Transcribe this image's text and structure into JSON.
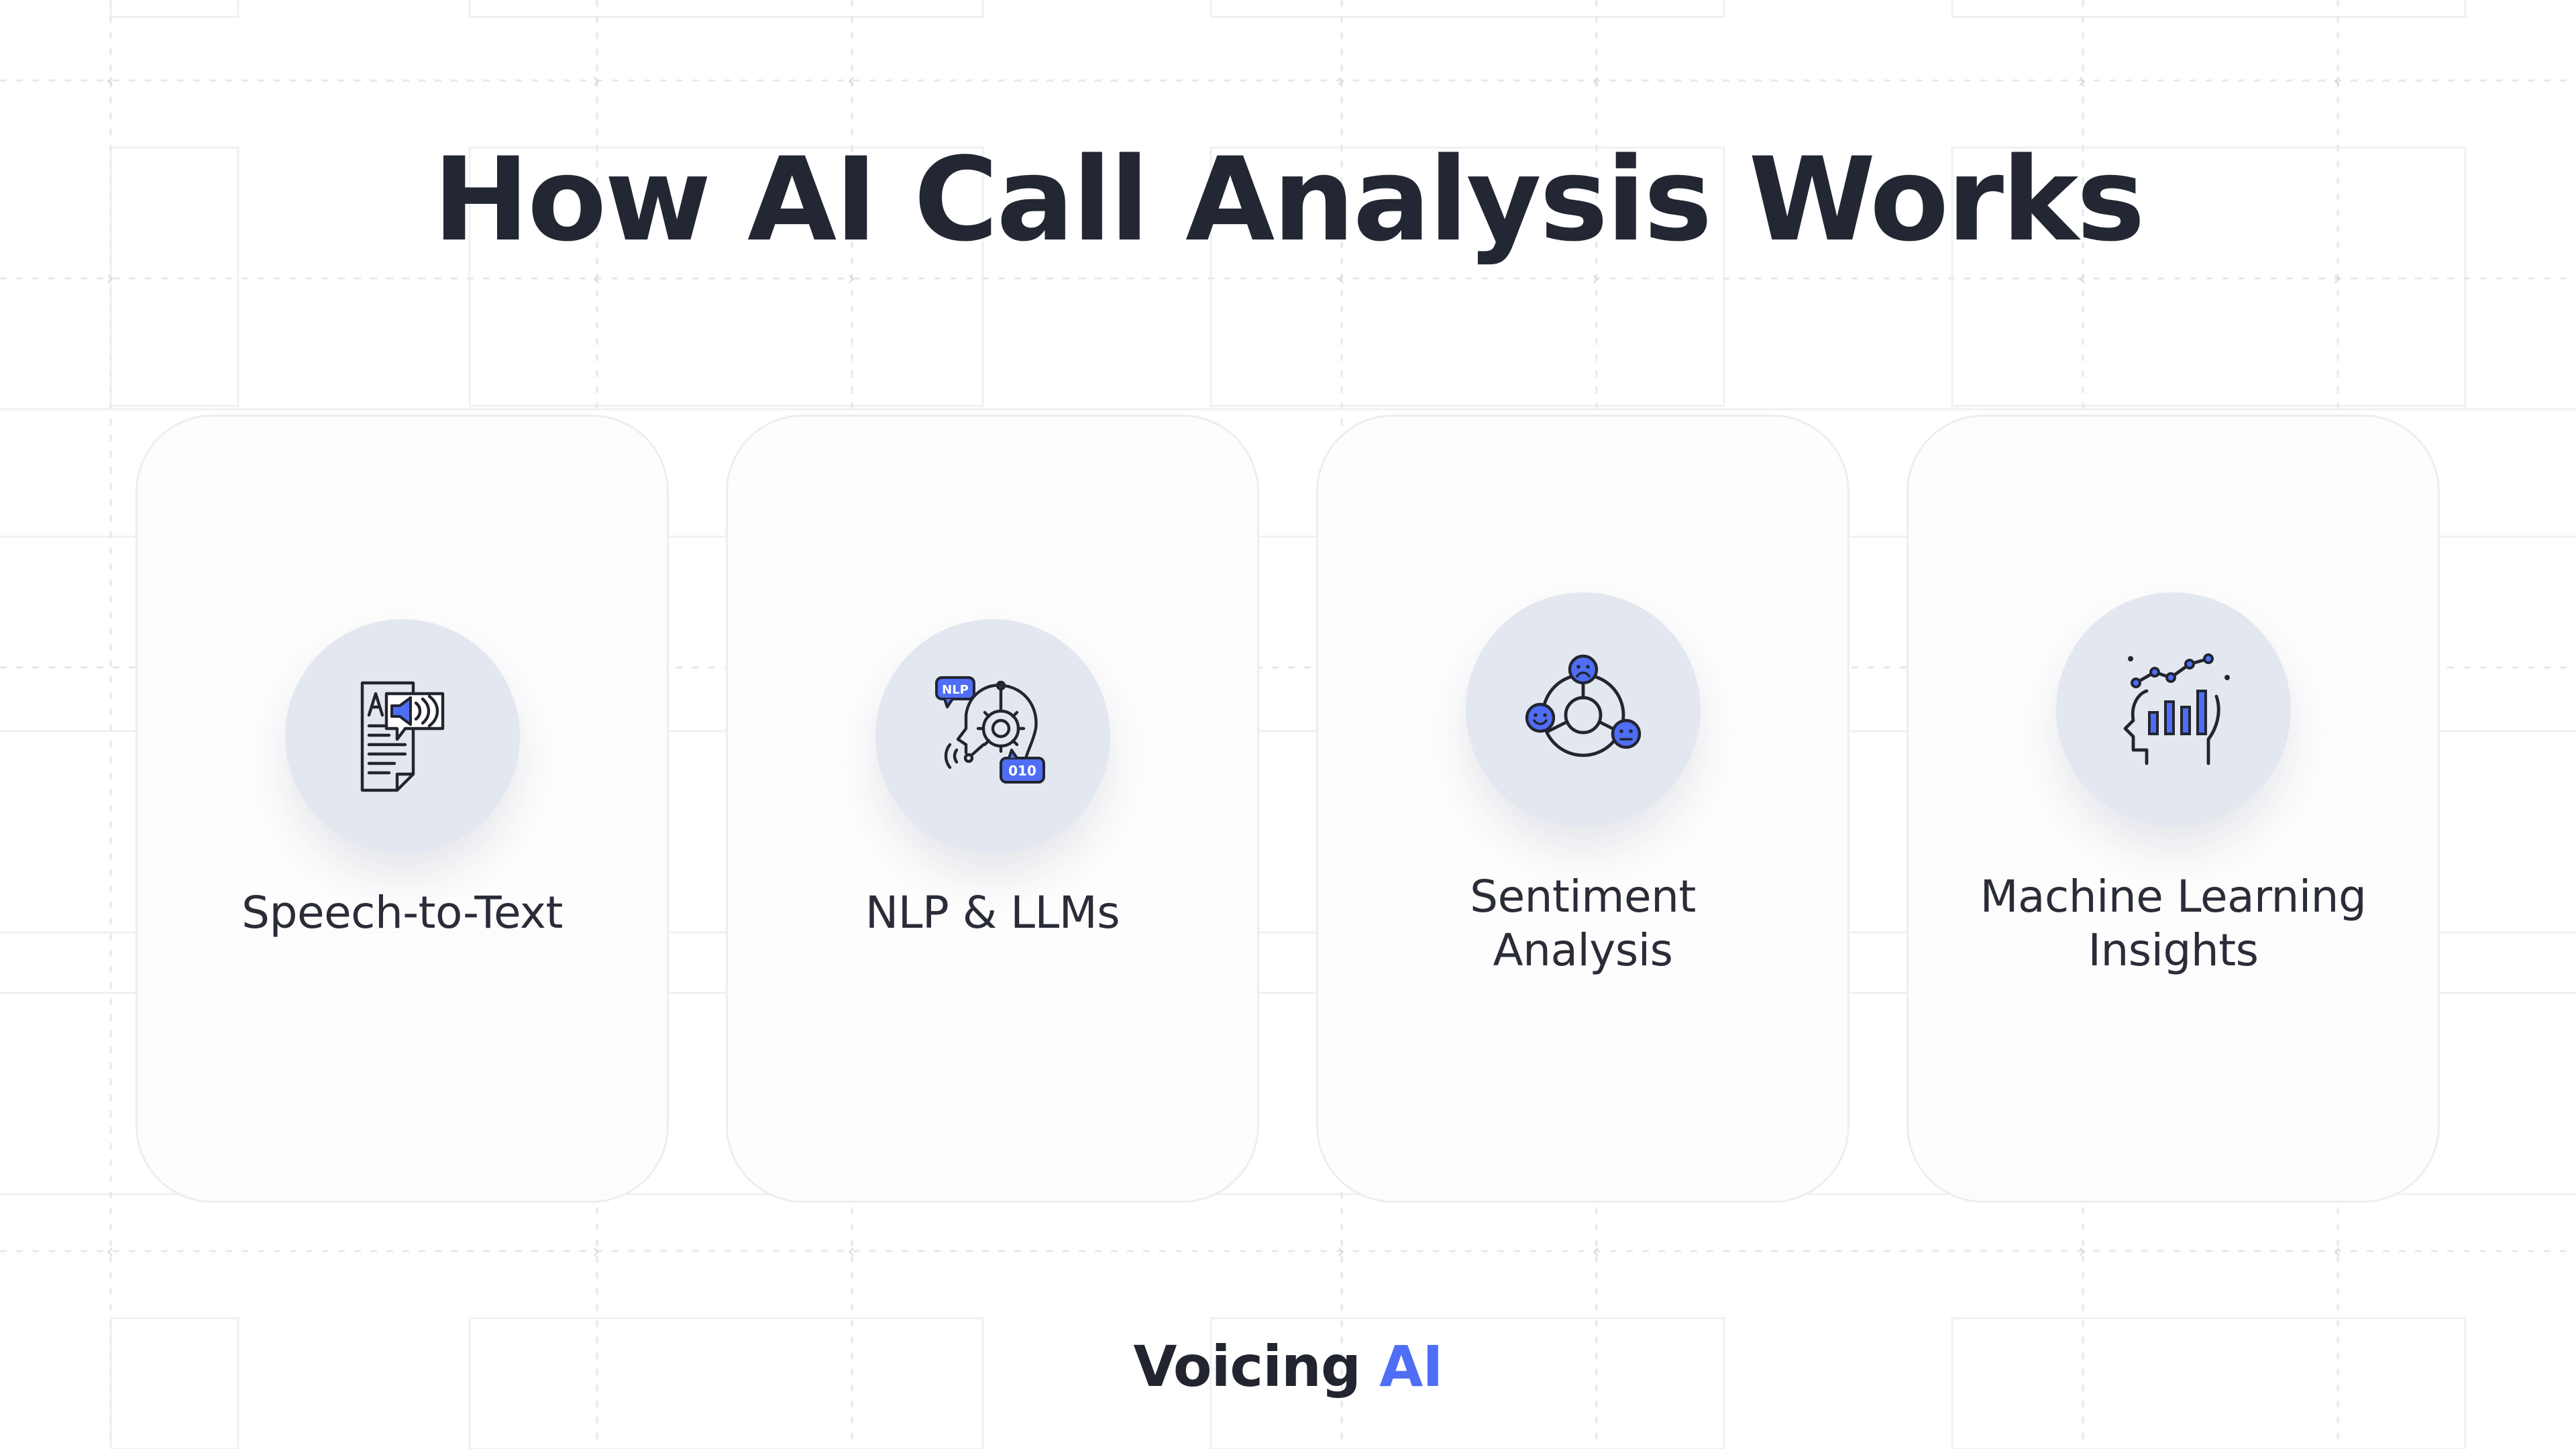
{
  "page": {
    "title": "How AI Call Analysis Works"
  },
  "cards": [
    {
      "icon": "speech-to-text-icon",
      "label_lines": [
        "Speech-to-Text"
      ]
    },
    {
      "icon": "nlp-brain-gear-icon",
      "label_lines": [
        "NLP & LLMs"
      ]
    },
    {
      "icon": "sentiment-faces-icon",
      "label_lines": [
        "Sentiment",
        "Analysis"
      ]
    },
    {
      "icon": "ml-head-chart-icon",
      "label_lines": [
        "Machine Learning",
        "Insights"
      ]
    }
  ],
  "footer": {
    "brand_part1": "Voicing",
    "brand_part2": "AI"
  },
  "colors": {
    "text": "#232733",
    "accent": "#4f6df5",
    "icon_circle": "#e3e7ef",
    "card_border": "#eceef2",
    "grid": "#eef0f3"
  }
}
